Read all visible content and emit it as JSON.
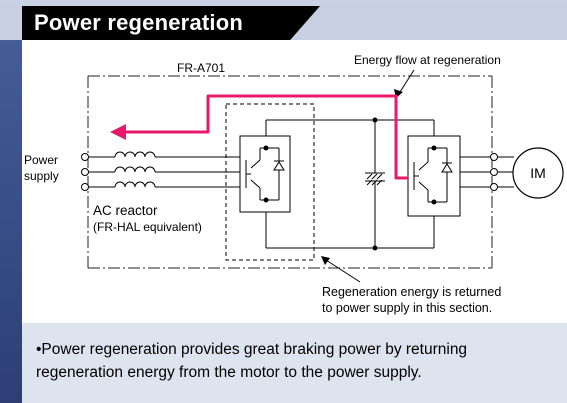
{
  "header": {
    "title": "Power regeneration"
  },
  "diagram": {
    "model_label": "FR-A701",
    "energy_flow_label": "Energy flow at regeneration",
    "power_supply_label_line1": "Power",
    "power_supply_label_line2": "supply",
    "ac_reactor_label_line1": "AC reactor",
    "ac_reactor_label_line2": "(FR-HAL equivalent)",
    "motor_label": "IM",
    "regen_note_line1": "Regeneration energy is returned",
    "regen_note_line2": "to power supply in this section.",
    "colors": {
      "energy_flow": "#e8186b",
      "header_bg": "#000000",
      "header_band": "#c7d0e3",
      "caption_bg": "#dde3ef",
      "side_strip": "#3a4f8a"
    }
  },
  "caption": {
    "text": "•Power regeneration provides great braking power by returning\n regeneration energy from the motor to the power supply."
  }
}
